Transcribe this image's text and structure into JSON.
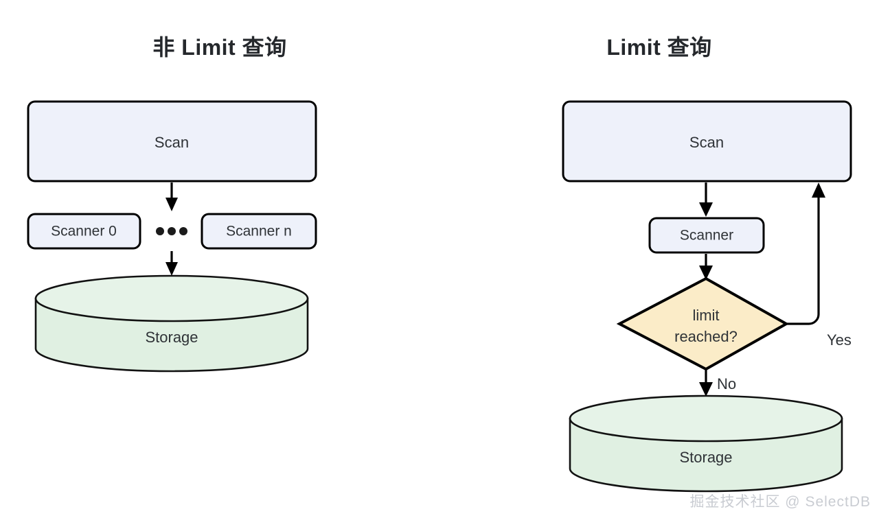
{
  "diagram": {
    "type": "flowchart",
    "background": "#ffffff",
    "palette": {
      "process_fill": "#eef1fa",
      "decision_fill": "#fbecc8",
      "storage_fill": "#e0f0e2",
      "stroke": "#000000",
      "text": "#2f3337",
      "watermark": "#c9ccd2"
    },
    "panels": [
      {
        "id": "non-limit",
        "title": "非 Limit 查询",
        "nodes": [
          {
            "id": "scan",
            "label": "Scan",
            "shape": "rounded-rect"
          },
          {
            "id": "scanner0",
            "label": "Scanner 0",
            "shape": "rounded-rect"
          },
          {
            "id": "ellipsis",
            "label": "•••",
            "shape": "dots"
          },
          {
            "id": "scannern",
            "label": "Scanner n",
            "shape": "rounded-rect"
          },
          {
            "id": "storage",
            "label": "Storage",
            "shape": "cylinder"
          }
        ],
        "edges": [
          {
            "from": "scan",
            "to": "scanner",
            "label": ""
          },
          {
            "from": "scanner",
            "to": "storage",
            "label": ""
          }
        ]
      },
      {
        "id": "limit",
        "title": "Limit 查询",
        "nodes": [
          {
            "id": "scan",
            "label": "Scan",
            "shape": "rounded-rect"
          },
          {
            "id": "scanner",
            "label": "Scanner",
            "shape": "rounded-rect"
          },
          {
            "id": "limit",
            "label_line1": "limit",
            "label_line2": "reached?",
            "shape": "diamond"
          },
          {
            "id": "storage",
            "label": "Storage",
            "shape": "cylinder"
          }
        ],
        "edges": [
          {
            "from": "scan",
            "to": "scanner",
            "label": ""
          },
          {
            "from": "scanner",
            "to": "limit",
            "label": ""
          },
          {
            "from": "limit",
            "to": "scan",
            "label": "Yes"
          },
          {
            "from": "limit",
            "to": "storage",
            "label": "No"
          }
        ]
      }
    ]
  },
  "watermark": "掘金技术社区 @ SelectDB"
}
